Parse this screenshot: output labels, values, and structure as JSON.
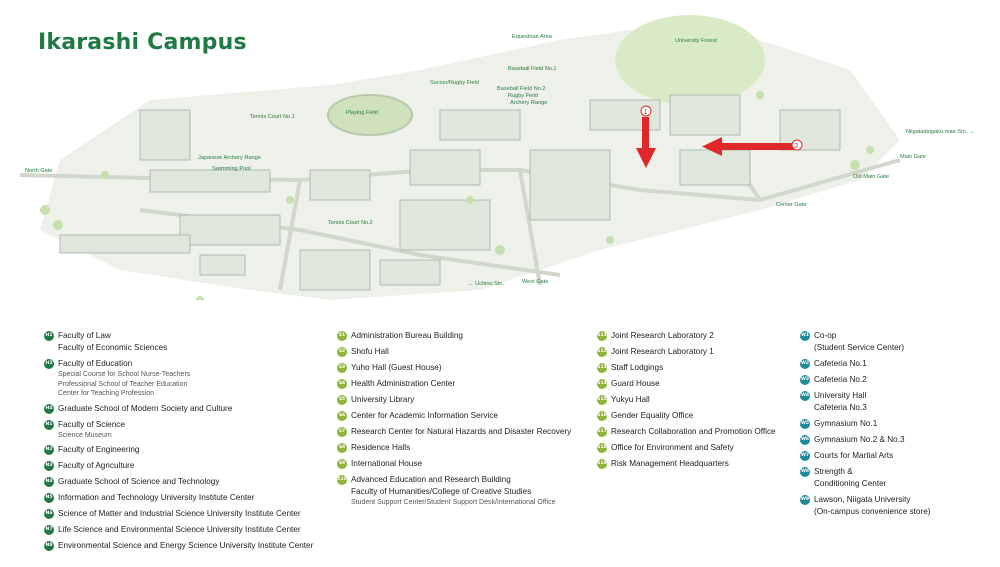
{
  "title": "Ikarashi Campus",
  "map_labels": {
    "equestrian_area": "Equestrian Area",
    "university_forest": "University Forest",
    "baseball_field_1": "Baseball Field No.1",
    "soccer_rugby_field": "Soccer/Rugby Field",
    "baseball_field_2": "Baseball Field No.2",
    "rugby_field": "Rugby Field",
    "archery_range": "Archery Range",
    "playing_field": "Playing Field",
    "tennis_court_1": "Tennis Court No.1",
    "japanese_archery_range": "Japanese Archery Range",
    "swimming_pool": "Swimming Pool",
    "north_gate": "North Gate",
    "tennis_court_2": "Tennis Court No.2",
    "uchino_stn": "← Uchino Stn.",
    "west_gate": "West Gate",
    "center_gate": "Center Gate",
    "old_main_gate": "Old Main Gate",
    "main_gate": "Main Gate",
    "niigatadaigaku_mae_stn": "Niigatadaigaku-mae Stn. →",
    "arrow_1": "1",
    "arrow_2": "2"
  },
  "legend": {
    "col1": [
      {
        "code": "H1",
        "main": [
          "Faculty of Law",
          "Faculty of Economic Sciences"
        ],
        "sub": []
      },
      {
        "code": "H2",
        "main": [
          "Faculty of Education"
        ],
        "sub": [
          "Special Course for School Nurse-Teachers",
          "Professional School of Teacher Education",
          "Center for Teaching Profession"
        ]
      },
      {
        "code": "H4",
        "main": [
          "Graduate School of Modern Society and Culture"
        ],
        "sub": []
      },
      {
        "code": "N1",
        "main": [
          "Faculty of Science"
        ],
        "sub": [
          "Science Museum"
        ]
      },
      {
        "code": "N2",
        "main": [
          "Faculty of Engineering"
        ],
        "sub": []
      },
      {
        "code": "N3",
        "main": [
          "Faculty of Agriculture"
        ],
        "sub": []
      },
      {
        "code": "N4",
        "main": [
          "Graduate School of Science and Technology"
        ],
        "sub": []
      },
      {
        "code": "N5",
        "main": [
          "Information and Technology University Institute Center"
        ],
        "sub": []
      },
      {
        "code": "N6",
        "main": [
          "Science of Matter and Industrial Science University Institute Center"
        ],
        "sub": []
      },
      {
        "code": "N7",
        "main": [
          "Life Science and Environmental Science University Institute Center"
        ],
        "sub": []
      },
      {
        "code": "N8",
        "main": [
          "Environmental Science and Energy Science University Institute Center"
        ],
        "sub": []
      }
    ],
    "col2": [
      {
        "code": "S1",
        "main": [
          "Administration Bureau Building"
        ],
        "sub": []
      },
      {
        "code": "S2",
        "main": [
          "Shofu Hall"
        ],
        "sub": []
      },
      {
        "code": "S3",
        "main": [
          "Yuho Hall (Guest House)"
        ],
        "sub": []
      },
      {
        "code": "S4",
        "main": [
          "Health Administration Center"
        ],
        "sub": []
      },
      {
        "code": "S5",
        "main": [
          "University Library"
        ],
        "sub": []
      },
      {
        "code": "S6",
        "main": [
          "Center for Academic Information Service"
        ],
        "sub": []
      },
      {
        "code": "S7",
        "main": [
          "Research Center for Natural Hazards and Disaster Recovery"
        ],
        "sub": []
      },
      {
        "code": "S8",
        "main": [
          "Residence Halls"
        ],
        "sub": []
      },
      {
        "code": "S9",
        "main": [
          "International House"
        ],
        "sub": []
      },
      {
        "code": "S10",
        "main": [
          "Advanced Education and Research Building",
          "Faculty of Humanities/College of Creative Studies"
        ],
        "sub": [
          "Student Support Center/Student Support Desk/International Office"
        ]
      }
    ],
    "col3": [
      {
        "code": "S11",
        "main": [
          "Joint Research Laboratory 2"
        ],
        "sub": []
      },
      {
        "code": "S12",
        "main": [
          "Joint Research Laboratory 1"
        ],
        "sub": []
      },
      {
        "code": "S13",
        "main": [
          "Staff Lodgings"
        ],
        "sub": []
      },
      {
        "code": "S14",
        "main": [
          "Guard House"
        ],
        "sub": []
      },
      {
        "code": "S15",
        "main": [
          "Yukyu Hall"
        ],
        "sub": []
      },
      {
        "code": "S16",
        "main": [
          "Gender Equality Office"
        ],
        "sub": []
      },
      {
        "code": "S17",
        "main": [
          "Research Collaboration and Promotion Office"
        ],
        "sub": []
      },
      {
        "code": "S18",
        "main": [
          "Office for Environment and Safety"
        ],
        "sub": []
      },
      {
        "code": "S19",
        "main": [
          "Risk Management Headquarters"
        ],
        "sub": []
      }
    ],
    "col4": [
      {
        "code": "W1",
        "main": [
          "Co-op",
          "(Student Service Center)"
        ],
        "sub": []
      },
      {
        "code": "W2",
        "main": [
          "Cafeteria No.1"
        ],
        "sub": []
      },
      {
        "code": "W3",
        "main": [
          "Cafeteria No.2"
        ],
        "sub": []
      },
      {
        "code": "W4",
        "main": [
          "University Hall",
          "Cafeteria No.3"
        ],
        "sub": []
      },
      {
        "code": "W5",
        "main": [
          "Gymnasium No.1"
        ],
        "sub": []
      },
      {
        "code": "W6",
        "main": [
          "Gymnasium No.2 & No.3"
        ],
        "sub": []
      },
      {
        "code": "W7",
        "main": [
          "Courts for Martial Arts"
        ],
        "sub": []
      },
      {
        "code": "W8",
        "main": [
          "Strength &",
          "Conditioning Center"
        ],
        "sub": []
      },
      {
        "code": "W9",
        "main": [
          "Lawson, Niigata University",
          "(On-campus convenience store)"
        ],
        "sub": []
      }
    ]
  },
  "colors": {
    "faculty_badge": "#1f7a45",
    "service_badge": "#8fb339",
    "welfare_badge": "#1f8a9a",
    "arrow": "#e0282a",
    "title": "#1f7a45"
  }
}
